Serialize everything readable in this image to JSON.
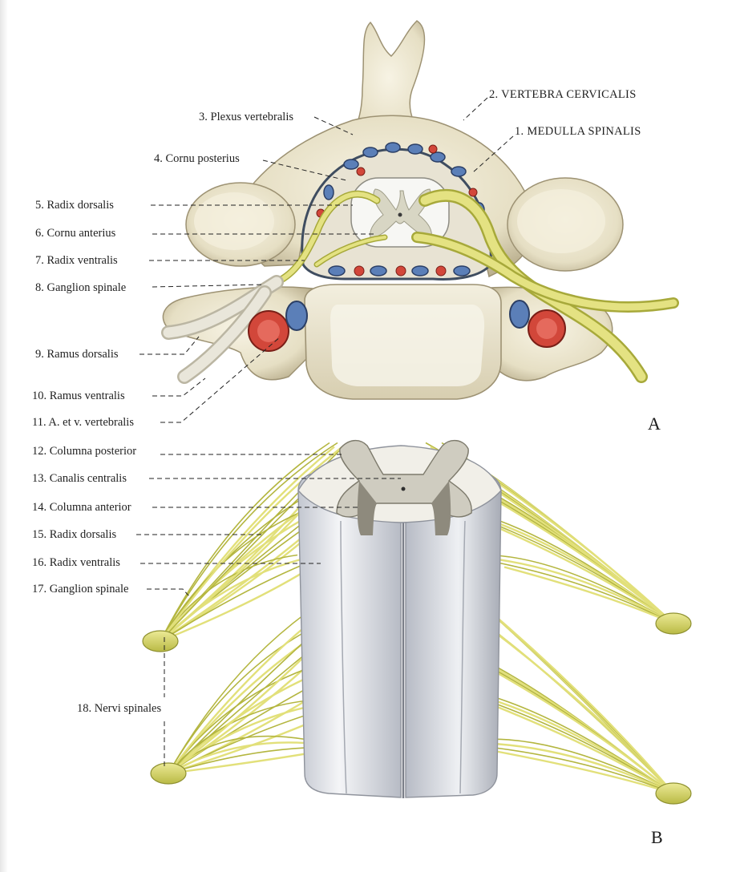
{
  "figure": {
    "panels": [
      {
        "id": "A",
        "letter": "A"
      },
      {
        "id": "B",
        "letter": "B"
      }
    ],
    "colors": {
      "bone": "#ece6cf",
      "bone_shadow": "#b8ae8e",
      "nerve": "#d9d76a",
      "nerve_dark": "#a7a93a",
      "cord": "#d7dae0",
      "cord_shadow": "#9fa3ad",
      "artery": "#d2473a",
      "vein": "#5b7fb8",
      "dura": "#4f5f73"
    },
    "labels": [
      {
        "id": "l1",
        "text": "1. MEDULLA SPINALIS"
      },
      {
        "id": "l2",
        "text": "2. VERTEBRA CERVICALIS"
      },
      {
        "id": "l3",
        "text": "3. Plexus vertebralis"
      },
      {
        "id": "l4",
        "text": "4. Cornu posterius"
      },
      {
        "id": "l5",
        "text": "5. Radix dorsalis"
      },
      {
        "id": "l6",
        "text": "6. Cornu anterius"
      },
      {
        "id": "l7",
        "text": "7. Radix ventralis"
      },
      {
        "id": "l8",
        "text": "8. Ganglion spinale"
      },
      {
        "id": "l9",
        "text": "9. Ramus dorsalis"
      },
      {
        "id": "l10",
        "text": "10. Ramus ventralis"
      },
      {
        "id": "l11",
        "text": "11. A. et v. vertebralis"
      },
      {
        "id": "l12",
        "text": "12. Columna posterior"
      },
      {
        "id": "l13",
        "text": "13. Canalis centralis"
      },
      {
        "id": "l14",
        "text": "14. Columna anterior"
      },
      {
        "id": "l15",
        "text": "15. Radix dorsalis"
      },
      {
        "id": "l16",
        "text": "16. Radix ventralis"
      },
      {
        "id": "l17",
        "text": "17. Ganglion spinale"
      },
      {
        "id": "l18",
        "text": "18. Nervi spinales"
      }
    ]
  }
}
